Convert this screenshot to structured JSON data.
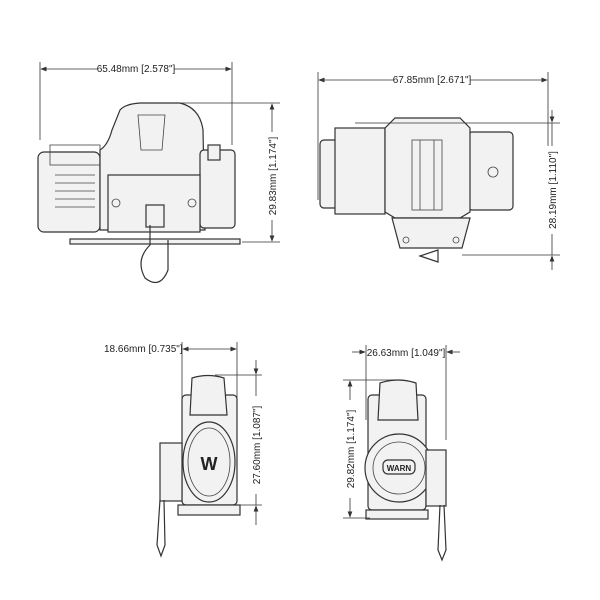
{
  "views": {
    "front": {
      "width_label": "65.48mm [2.578\"]",
      "height_label": "29.83mm [1.174\"]"
    },
    "top": {
      "width_label": "67.85mm [2.671\"]",
      "height_label": "28.19mm [1.110\"]"
    },
    "left_end": {
      "width_label": "18.66mm [0.735\"]",
      "height_label": "27.60mm [1.087\"]",
      "logo": "W"
    },
    "right_end": {
      "width_label": "26.63mm [1.049\"]",
      "height_label": "29.82mm [1.174\"]",
      "logo": "WARN"
    }
  }
}
